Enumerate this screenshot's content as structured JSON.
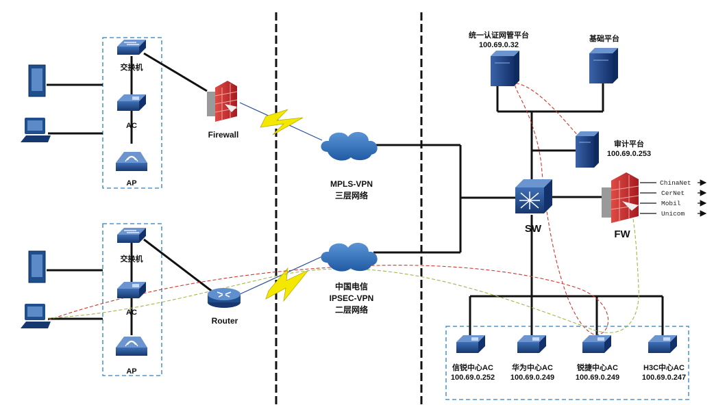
{
  "devices": {
    "firewall_left": "Firewall",
    "router": "Router",
    "sw": "SW",
    "fw": "FW",
    "switch_top": "交换机",
    "ac_top": "AC",
    "ap_top": "AP",
    "switch_bottom": "交换机",
    "ac_bottom": "AC",
    "ap_bottom": "AP"
  },
  "clouds": {
    "mpls_line1": "MPLS-VPN",
    "mpls_line2": "三层网络",
    "ipsec_line1": "中国电信",
    "ipsec_line2": "IPSEC-VPN",
    "ipsec_line3": "二层网络"
  },
  "servers": {
    "auth_name": "统一认证网管平台",
    "auth_ip": "100.69.0.32",
    "base_name": "基础平台",
    "audit_name": "审计平台",
    "audit_ip": "100.69.0.253"
  },
  "isps": [
    "ChinaNet",
    "CerNet",
    "Mobil",
    "Unicom"
  ],
  "acs": [
    {
      "name": "信锐中心AC",
      "ip": "100.69.0.252"
    },
    {
      "name": "华为中心AC",
      "ip": "100.69.0.249"
    },
    {
      "name": "锐捷中心AC",
      "ip": "100.69.0.249"
    },
    {
      "name": "H3C中心AC",
      "ip": "100.69.0.247"
    }
  ],
  "colors": {
    "device_blue": "#1f4e8c",
    "cloud_blue": "#2f6fb3",
    "firewall_red": "#c0272d",
    "lightning_yellow": "#f5e800",
    "dashed_box": "#2a7fc4",
    "red_path": "#d0342c",
    "green_path": "#9bb848"
  }
}
